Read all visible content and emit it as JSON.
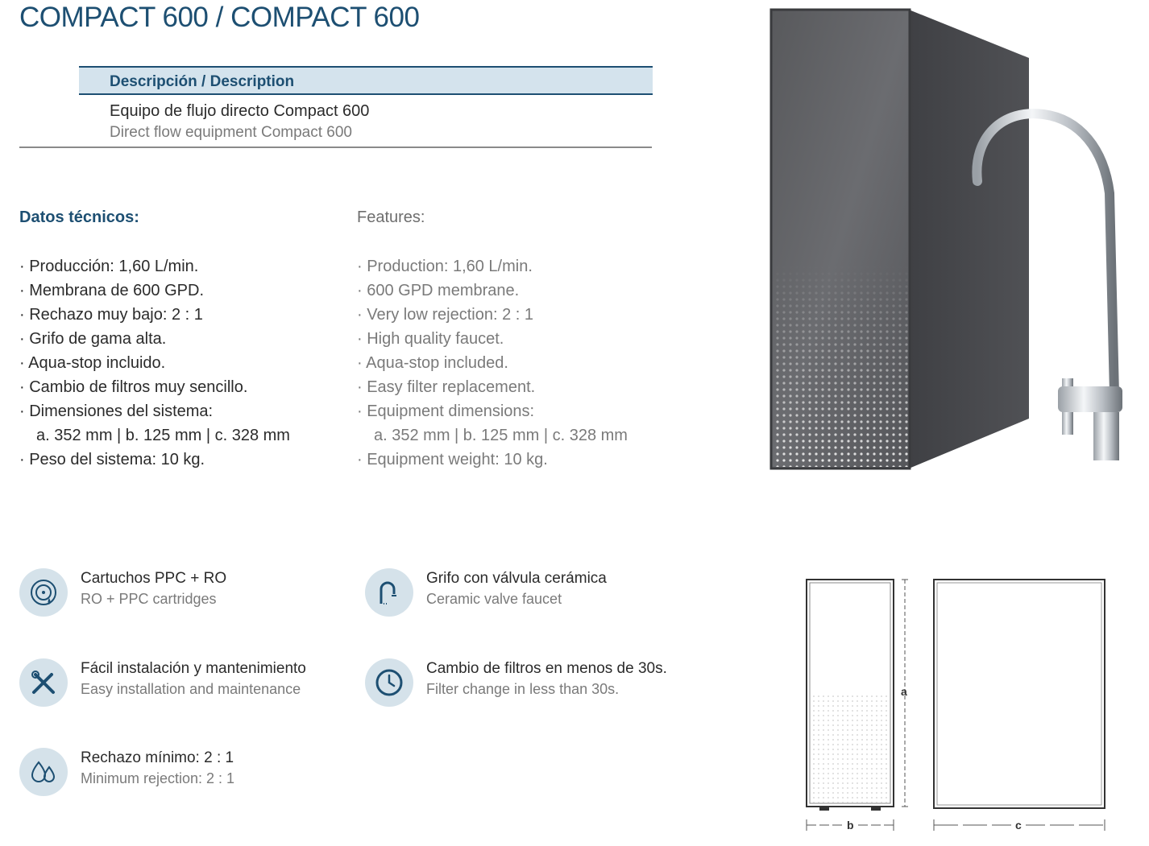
{
  "title": "COMPACT 600 / COMPACT 600",
  "description": {
    "header": "Descripción / Description",
    "es": "Equipo de flujo directo Compact 600",
    "en": "Direct flow equipment Compact 600"
  },
  "tech": {
    "heading": "Datos técnicos:",
    "items": [
      "· Producción: 1,60 L/min.",
      "· Membrana de 600 GPD.",
      "· Rechazo muy bajo: 2 : 1",
      "· Grifo de gama alta.",
      "· Aqua-stop incluido.",
      "· Cambio de filtros muy sencillo.",
      "· Dimensiones del sistema:",
      "a. 352 mm  |  b. 125 mm  |  c. 328 mm",
      "· Peso del sistema: 10 kg."
    ]
  },
  "features": {
    "heading": "Features:",
    "items": [
      "· Production: 1,60 L/min.",
      "· 600 GPD membrane.",
      "· Very low rejection: 2 : 1",
      "· High quality faucet.",
      "· Aqua-stop included.",
      "· Easy filter replacement.",
      "· Equipment dimensions:",
      "a. 352 mm  |  b. 125 mm  |  c. 328 mm",
      "· Equipment weight: 10 kg."
    ]
  },
  "icon_features": [
    {
      "icon": "cartridge-icon",
      "es": "Cartuchos PPC + RO",
      "en": "RO + PPC cartridges"
    },
    {
      "icon": "faucet-icon",
      "es": "Grifo con válvula cerámica",
      "en": "Ceramic valve faucet"
    },
    {
      "icon": "tools-icon",
      "es": "Fácil instalación y mantenimiento",
      "en": "Easy installation and maintenance"
    },
    {
      "icon": "clock-icon",
      "es": "Cambio de filtros en menos de 30s.",
      "en": "Filter change in less than 30s."
    },
    {
      "icon": "water-drops-icon",
      "es": "Rechazo mínimo: 2 : 1",
      "en": "Minimum rejection: 2 : 1"
    }
  ],
  "dimensions_diagram": {
    "a": "a",
    "b": "b",
    "c": "c"
  },
  "colors": {
    "accent": "#1d4f72",
    "header_bg": "#d4e3ed",
    "icon_bg": "#d5e2ea",
    "unit_body": "#5f6063"
  }
}
